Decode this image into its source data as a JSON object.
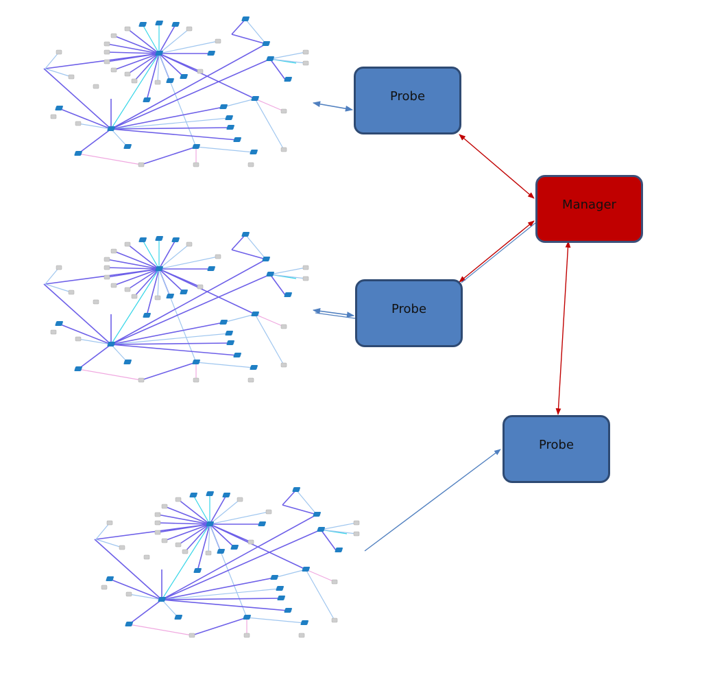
{
  "diagram": {
    "nodes": {
      "probe_1": {
        "label": "Probe",
        "color": "#4f7fbf",
        "border": "#2e4a73"
      },
      "probe_2": {
        "label": "Probe",
        "color": "#4f7fbf",
        "border": "#2e4a73"
      },
      "probe_3": {
        "label": "Probe",
        "color": "#4f7fbf",
        "border": "#2e4a73"
      },
      "manager": {
        "label": "Manager",
        "color": "#c00000",
        "border": "#3b4f79"
      }
    },
    "connection_colors": {
      "probe_link": "#4f7fbf",
      "manager_link": "#c00000"
    },
    "network_graph_colors": {
      "primary_link": "#6d5fe8",
      "cyan_link": "#36d6e8",
      "light_link": "#9fc6ef",
      "pink_link": "#f0a8e0",
      "device": "#1f7fc4",
      "endpoint": "#cfcfcf"
    }
  }
}
